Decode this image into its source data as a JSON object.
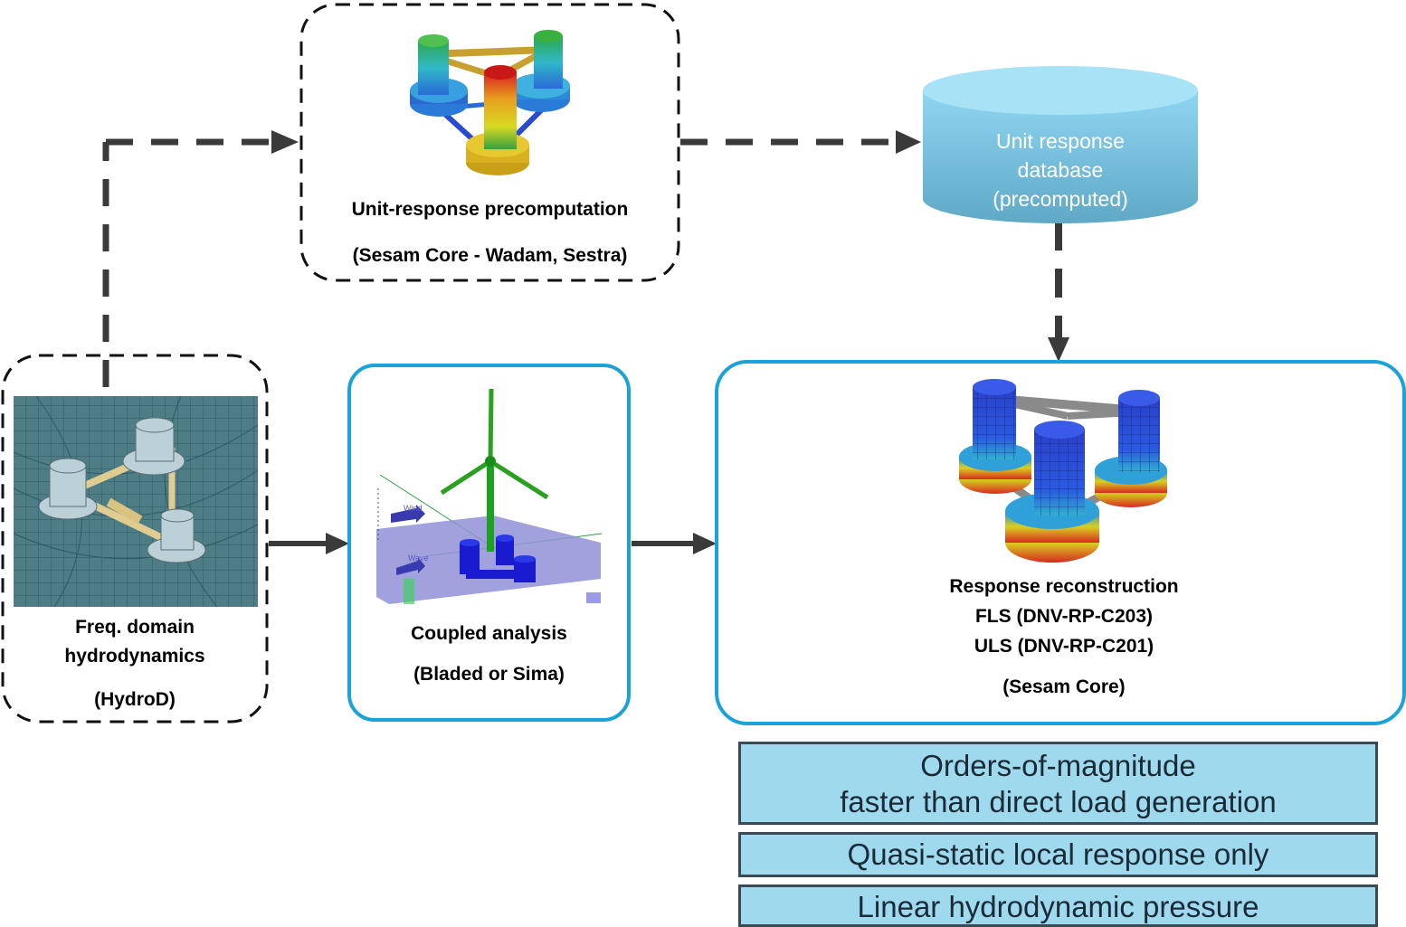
{
  "precompute": {
    "title": "Unit-response precomputation",
    "tool": "(Sesam Core - Wadam, Sestra)"
  },
  "database": {
    "line1": "Unit response",
    "line2": "database",
    "line3": "(precomputed)"
  },
  "hydro": {
    "line1": "Freq. domain",
    "line2": "hydrodynamics",
    "tool": "(HydroD)"
  },
  "coupled": {
    "title": "Coupled analysis",
    "tool": "(Bladed or Sima)",
    "wind_label": "Wind",
    "wave_label": "Wave"
  },
  "reconstruction": {
    "title": "Response reconstruction",
    "fls": "FLS (DNV-RP-C203)",
    "uls": "ULS (DNV-RP-C201)",
    "tool": "(Sesam Core)"
  },
  "notes": {
    "n1_line1": "Orders-of-magnitude",
    "n1_line2": "faster than direct load generation",
    "n2": "Quasi-static local response only",
    "n3": "Linear hydrodynamic pressure"
  },
  "colors": {
    "accent_blue": "#1ba3d8",
    "dashed_border": "#111111",
    "arrow": "#3a3a3a",
    "cylinder_top": "#8fd6f2",
    "cylinder_bottom": "#5fa9c6",
    "note_fill": "#9fd9ee"
  }
}
